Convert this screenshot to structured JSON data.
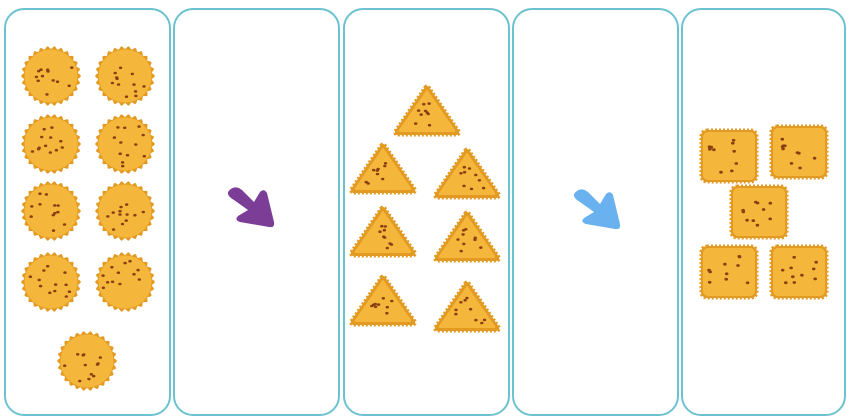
{
  "colors": {
    "panel_border": "#6cc3cf",
    "cookie_fill": "#f5b73b",
    "cookie_edge": "#e29a22",
    "cookie_dots": "#8a3e12",
    "arrow_purple": "#7b3d96",
    "arrow_blue": "#6ab2ef"
  },
  "panels": [
    {
      "content": "cookies",
      "shape": "round-cookie-icon",
      "count": 9
    },
    {
      "content": "arrow",
      "icon": "arrow-down-right-icon",
      "color": "purple"
    },
    {
      "content": "cookies",
      "shape": "triangle-cracker-icon",
      "count": 7
    },
    {
      "content": "arrow",
      "icon": "arrow-down-right-icon",
      "color": "blue"
    },
    {
      "content": "cookies",
      "shape": "square-cracker-icon",
      "count": 5
    }
  ]
}
